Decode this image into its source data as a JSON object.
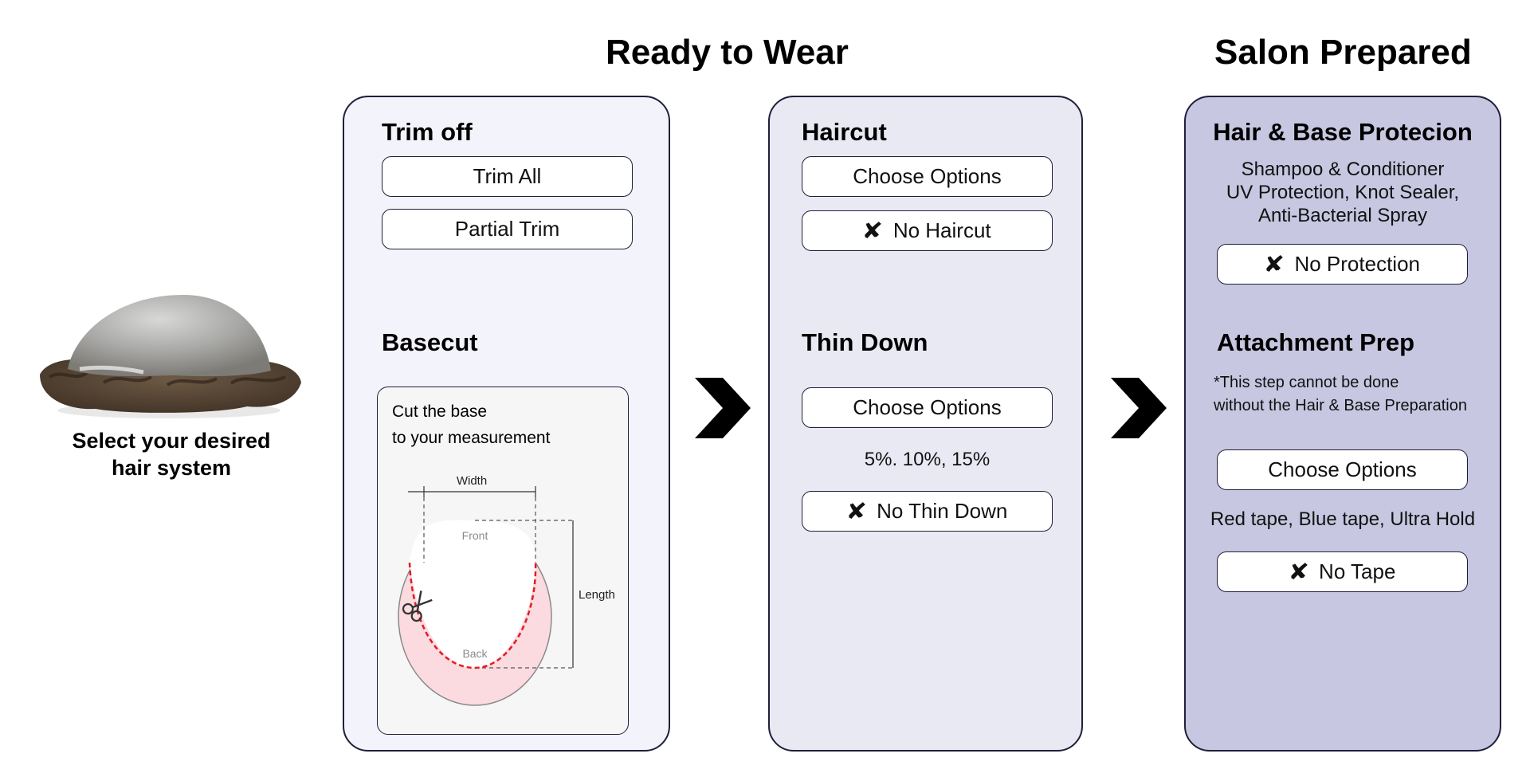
{
  "headings": {
    "ready_to_wear": "Ready to Wear",
    "salon_prepared": "Salon Prepared"
  },
  "intro": {
    "label_line1": "Select your desired",
    "label_line2": "hair system"
  },
  "panel1": {
    "trim_title": "Trim off",
    "trim_options": [
      "Trim All",
      "Partial Trim"
    ],
    "basecut_title": "Basecut",
    "basecut_text_line1": "Cut the base",
    "basecut_text_line2": "to your measurement",
    "diagram": {
      "width_label": "Width",
      "length_label": "Length",
      "front_label": "Front",
      "back_label": "Back"
    }
  },
  "panel2": {
    "haircut_title": "Haircut",
    "haircut_choose": "Choose Options",
    "haircut_none": "No Haircut",
    "thin_title": "Thin Down",
    "thin_choose": "Choose Options",
    "thin_values": "5%. 10%, 15%",
    "thin_none": "No Thin Down"
  },
  "panel3": {
    "protection_title": "Hair & Base Protecion",
    "protection_line1": "Shampoo & Conditioner",
    "protection_line2": "UV Protection, Knot Sealer,",
    "protection_line3": "Anti-Bacterial Spray",
    "protection_none": "No Protection",
    "attachment_title": "Attachment Prep",
    "attachment_note_line1": "*This step cannot be done",
    "attachment_note_line2": "without the Hair & Base Preparation",
    "attachment_choose": "Choose Options",
    "attachment_values": "Red tape, Blue tape, Ultra Hold",
    "attachment_none": "No Tape"
  },
  "icons": {
    "x": "✘",
    "arrow": "chevron-right-icon"
  },
  "colors": {
    "panel1_bg": "#f3f3fc",
    "panel2_bg": "#e9e9f3",
    "panel3_bg": "#c7c7e1",
    "border": "#1f1f3a",
    "cut_line": "#e31b23",
    "cut_fill": "#fbdbe0"
  }
}
